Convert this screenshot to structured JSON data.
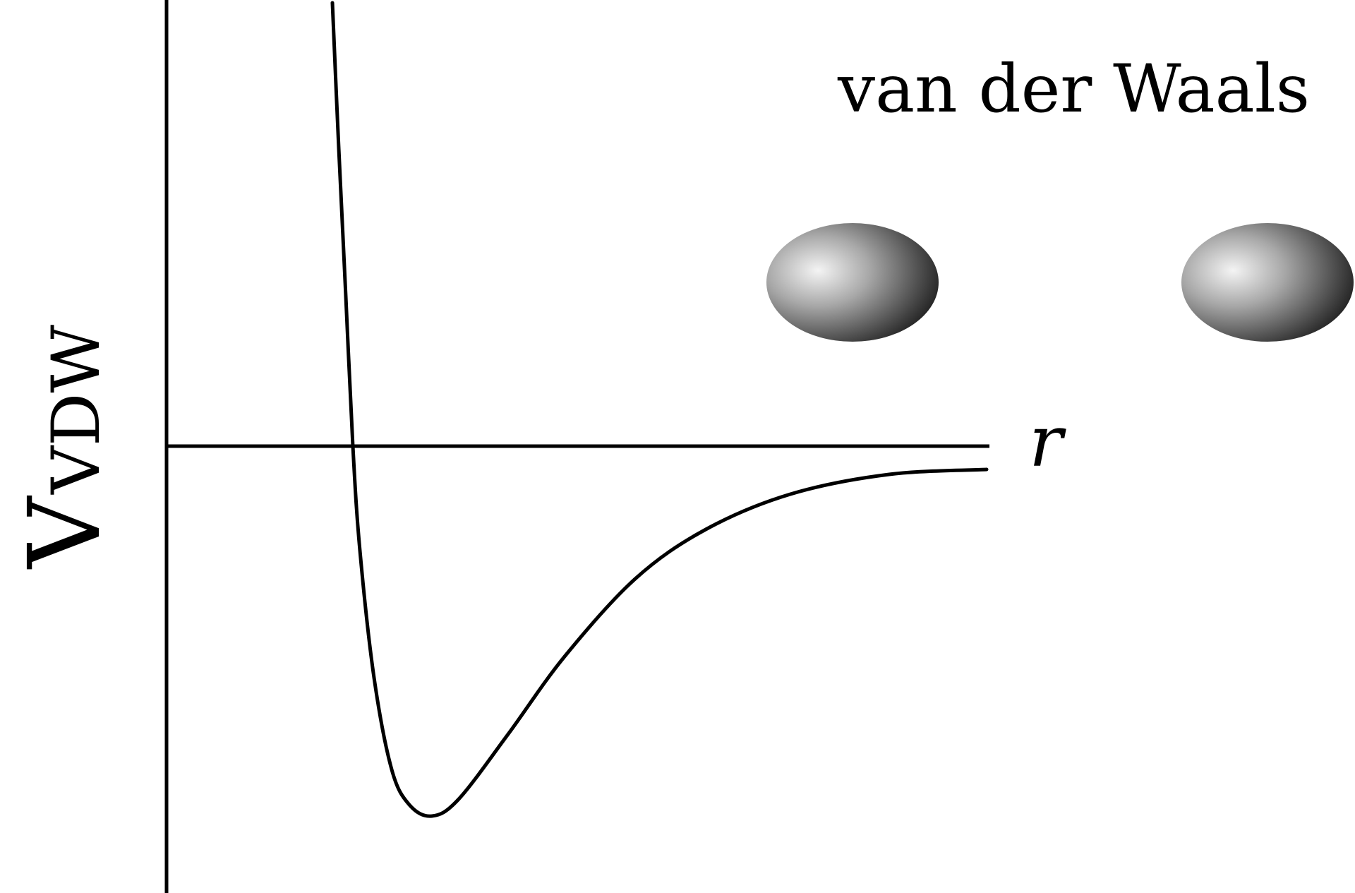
{
  "diagram": {
    "title": "van der Waals",
    "x_axis_label": "r",
    "y_axis_label_main": "V",
    "y_axis_label_subscript": "VDW",
    "curve_type": "Lennard-Jones style potential well",
    "molecule_count": 2,
    "colors": {
      "line": "#000000",
      "background": "#ffffff",
      "sphere_highlight": "#f4f4f4",
      "sphere_mid": "#8a8a8a",
      "sphere_shadow": "#000000"
    }
  }
}
